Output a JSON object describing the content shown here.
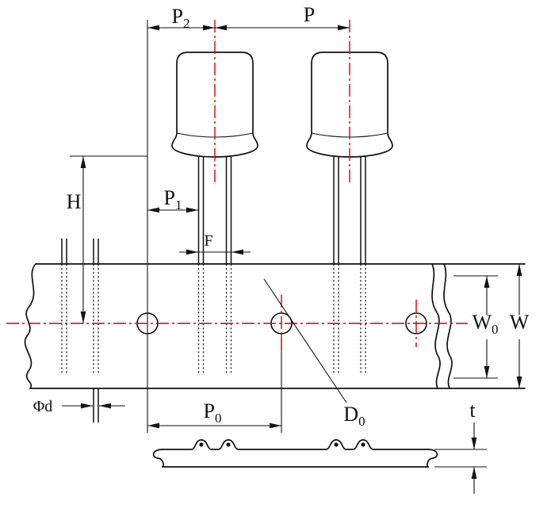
{
  "diagram": {
    "kind": "radial-lead-capacitor-taping-dimension-drawing",
    "colors": {
      "line": "#111111",
      "centerline": "#d40000",
      "background": "#ffffff"
    },
    "labels": {
      "p2": {
        "base": "P",
        "sub": "2"
      },
      "p": {
        "base": "P"
      },
      "p1": {
        "base": "P",
        "sub": "1"
      },
      "f": {
        "base": "F"
      },
      "h": {
        "base": "H"
      },
      "w0": {
        "base": "W",
        "sub": "0"
      },
      "w": {
        "base": "W"
      },
      "phi_d": {
        "base": "Φd"
      },
      "p0": {
        "base": "P",
        "sub": "0"
      },
      "d0": {
        "base": "D",
        "sub": "0"
      },
      "t": {
        "base": "t"
      }
    }
  }
}
